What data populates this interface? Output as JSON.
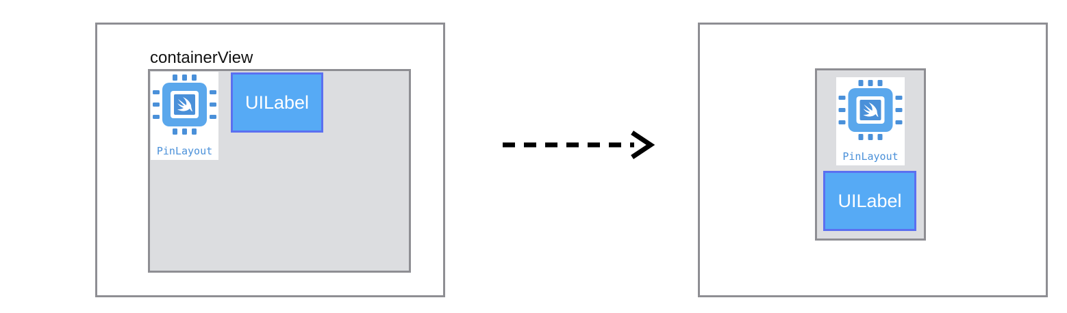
{
  "colors": {
    "frame_border": "#8e8e93",
    "container_fill": "#dcdde0",
    "label_fill": "#56aaf5",
    "label_border": "#5b6ff0",
    "logo_blue": "#4a90d9",
    "arrow": "#000000"
  },
  "before": {
    "container_title": "containerView",
    "logo_text": "PinLayout",
    "logo_icon": "swift-chip-icon",
    "label_text": "UILabel"
  },
  "after": {
    "logo_text": "PinLayout",
    "logo_icon": "swift-chip-icon",
    "label_text": "UILabel"
  },
  "transition": {
    "icon": "dashed-arrow-right-icon"
  }
}
